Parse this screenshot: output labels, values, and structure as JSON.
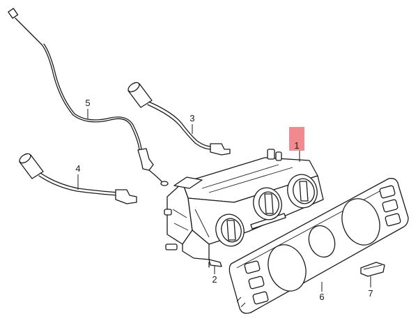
{
  "callouts": [
    {
      "id": "1",
      "label": "1",
      "highlighted": true
    },
    {
      "id": "2",
      "label": "2"
    },
    {
      "id": "3",
      "label": "3"
    },
    {
      "id": "4",
      "label": "4"
    },
    {
      "id": "5",
      "label": "5"
    },
    {
      "id": "6",
      "label": "6"
    },
    {
      "id": "7",
      "label": "7"
    }
  ],
  "colors": {
    "line": "#1a1a1a",
    "highlight": "#f08a8f",
    "background": "#ffffff"
  }
}
